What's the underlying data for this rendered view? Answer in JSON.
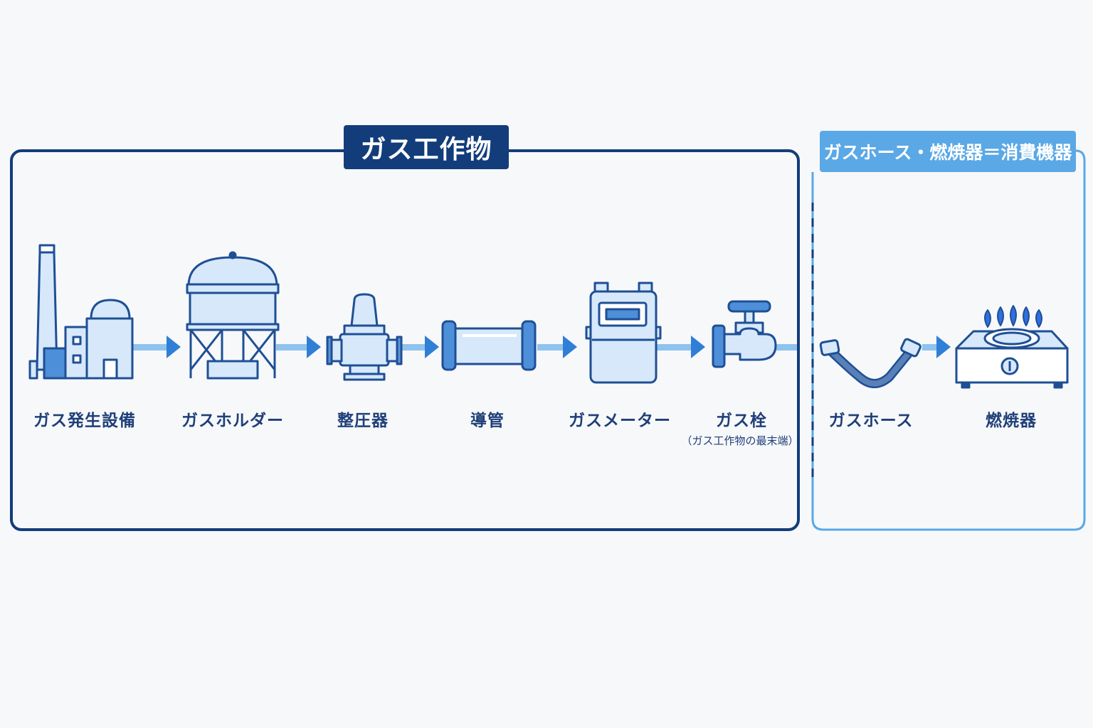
{
  "titles": {
    "gas_structures": "ガス工作物",
    "consumer_equipment": "ガスホース・燃焼器＝消費機器"
  },
  "nodes": [
    {
      "label": "ガス発生設備",
      "icon": "gas-production-facility-icon"
    },
    {
      "label": "ガスホルダー",
      "icon": "gas-holder-icon"
    },
    {
      "label": "整圧器",
      "icon": "pressure-regulator-icon"
    },
    {
      "label": "導管",
      "icon": "pipe-icon"
    },
    {
      "label": "ガスメーター",
      "icon": "gas-meter-icon"
    },
    {
      "label": "ガス栓",
      "sublabel": "（ガス工作物の最末端）",
      "icon": "gas-valve-icon"
    },
    {
      "label": "ガスホース",
      "icon": "gas-hose-icon"
    },
    {
      "label": "燃焼器",
      "icon": "burner-stove-icon"
    }
  ],
  "colors": {
    "dark_navy": "#123d7a",
    "light_blue": "#5aa8e6",
    "arrow_blue": "#2f7fd6",
    "flow_line": "#8ec3ee",
    "icon_fill": "#d6e8fa",
    "icon_stroke": "#1f4f95",
    "flame": "#2f6fe0"
  }
}
